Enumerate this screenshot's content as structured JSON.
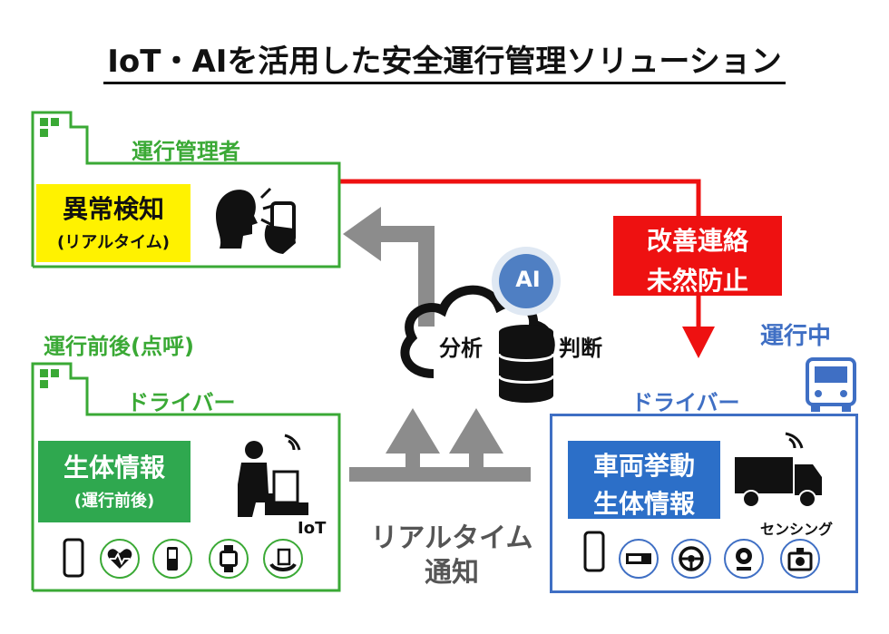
{
  "title": "IoT・AIを活用した安全運行管理ソリューション",
  "manager": {
    "label": "運行管理者",
    "box_line1": "異常検知",
    "box_line2": "(リアルタイム)"
  },
  "pre_post": {
    "phase": "運行前後(点呼)",
    "label": "ドライバー",
    "box_line1": "生体情報",
    "box_line2": "(運行前後)",
    "iot": "IoT"
  },
  "in_operation": {
    "phase": "運行中",
    "label": "ドライバー",
    "box_line1": "車両挙動",
    "box_line2": "生体情報",
    "sensing": "センシング"
  },
  "cloud": {
    "ai": "AI",
    "analysis": "分析",
    "judgement": "判断"
  },
  "notification": {
    "line1": "リアルタイム",
    "line2": "通知"
  },
  "improvement": {
    "line1": "改善連絡",
    "line2": "未然防止"
  },
  "colors": {
    "green": "#3aa935",
    "blue": "#3f6fc4",
    "red": "#ee1111",
    "yellow": "#fff200",
    "gray": "#8c8c8c"
  },
  "icons": {
    "pre_post": [
      "smartphone-icon",
      "heart-rate-icon",
      "handheld-device-icon",
      "smartwatch-icon",
      "wearable-band-icon"
    ],
    "in_operation": [
      "smartphone-icon",
      "dashcam-icon",
      "steering-wheel-icon",
      "camera-icon",
      "car-camera-icon"
    ]
  }
}
